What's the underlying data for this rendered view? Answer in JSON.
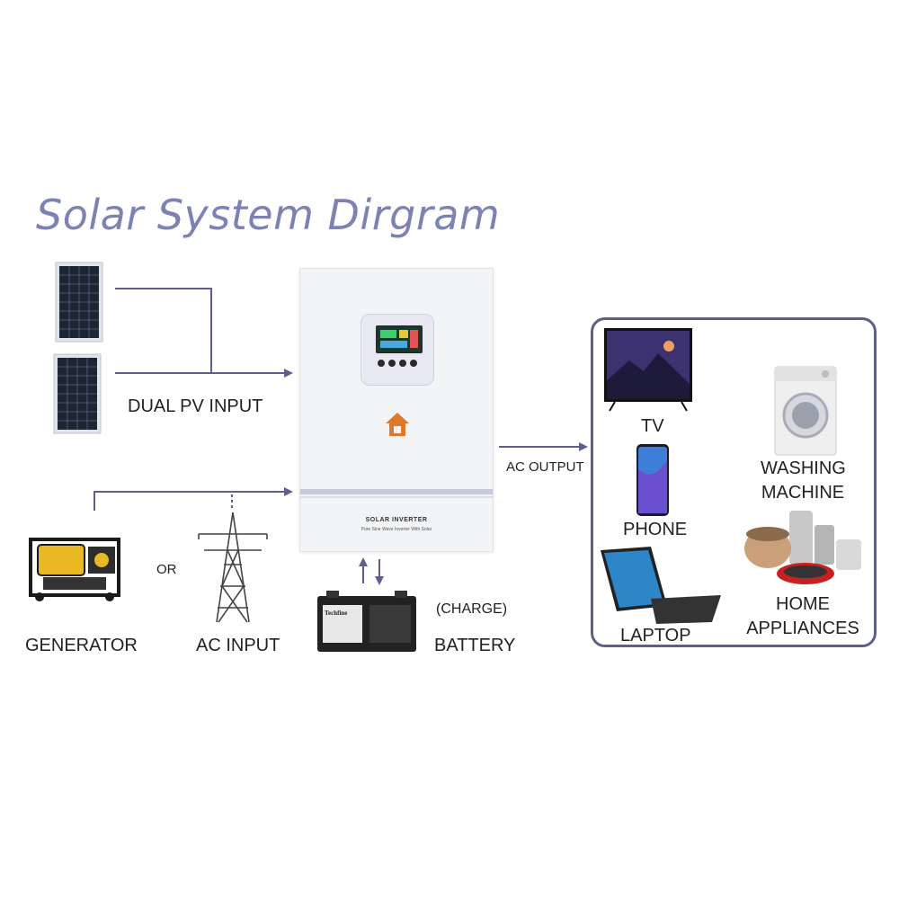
{
  "title": "Solar System  Dirgram",
  "labels": {
    "dual_pv_input": "DUAL PV INPUT",
    "generator": "GENERATOR",
    "or": "OR",
    "ac_input": "AC INPUT",
    "battery": "BATTERY",
    "charge": "(CHARGE)",
    "ac_output": "AC OUTPUT"
  },
  "inverter": {
    "name": "SOLAR INVERTER",
    "subtitle": "Pure Sine Wave Inverter With Solar"
  },
  "battery_brand": "Techfine",
  "devices": {
    "tv": "TV",
    "phone": "PHONE",
    "laptop": "LAPTOP",
    "washing_machine_line1": "WASHING",
    "washing_machine_line2": "MACHINE",
    "home_appliances_line1": "HOME",
    "home_appliances_line2": "APPLIANCES"
  },
  "colors": {
    "title": "#7d82b4",
    "connector": "#5e5f8d"
  }
}
